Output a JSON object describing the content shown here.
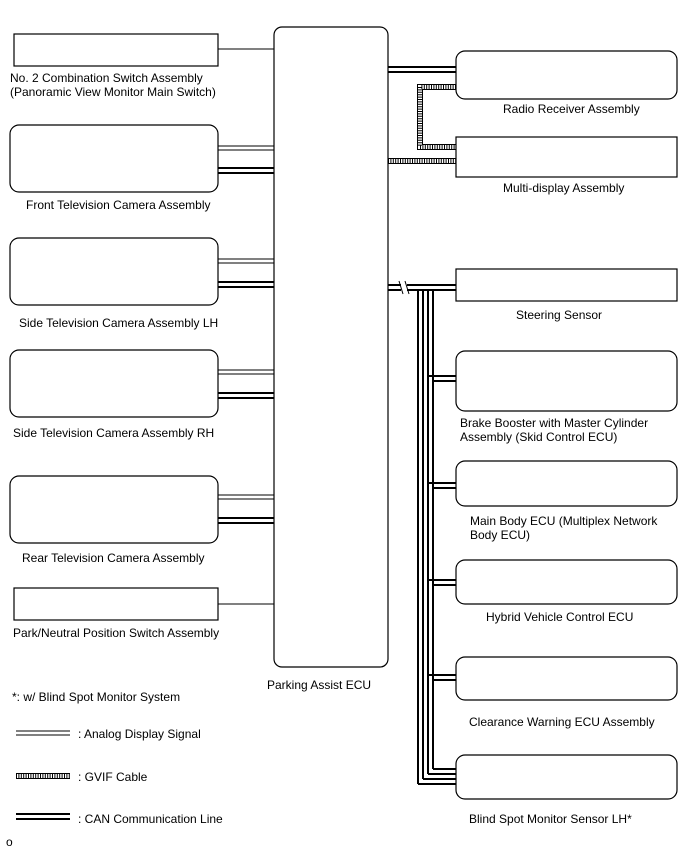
{
  "left_components": {
    "combination_switch": [
      "No. 2 Combination Switch Assembly",
      "(Panoramic View Monitor Main Switch)"
    ],
    "front_camera": [
      "Front Television Camera Assembly"
    ],
    "side_camera_lh": [
      "Side Television Camera Assembly LH"
    ],
    "side_camera_rh": [
      "Side Television Camera Assembly RH"
    ],
    "rear_camera": [
      "Rear Television Camera Assembly"
    ],
    "park_neutral_switch": [
      "Park/Neutral Position Switch Assembly"
    ]
  },
  "center_component": {
    "parking_assist_ecu": "Parking Assist ECU"
  },
  "right_components": {
    "radio_receiver": [
      "Radio Receiver Assembly"
    ],
    "multi_display": [
      "Multi-display Assembly"
    ],
    "steering_sensor": [
      "Steering Sensor"
    ],
    "brake_booster": [
      "Brake Booster with Master Cylinder",
      "Assembly (Skid Control ECU)"
    ],
    "main_body_ecu": [
      "Main Body ECU (Multiplex Network",
      "Body ECU)"
    ],
    "hybrid_ecu": [
      "Hybrid Vehicle Control ECU"
    ],
    "clearance_warning_ecu": [
      "Clearance Warning ECU Assembly"
    ],
    "blind_spot_sensor": [
      "Blind Spot Monitor Sensor LH*"
    ]
  },
  "notes": {
    "footnote": "*: w/ Blind Spot Monitor System",
    "page_marker": "o"
  },
  "legend": {
    "analog": ": Analog Display Signal",
    "gvif": ": GVIF Cable",
    "can": ": CAN Communication Line"
  }
}
